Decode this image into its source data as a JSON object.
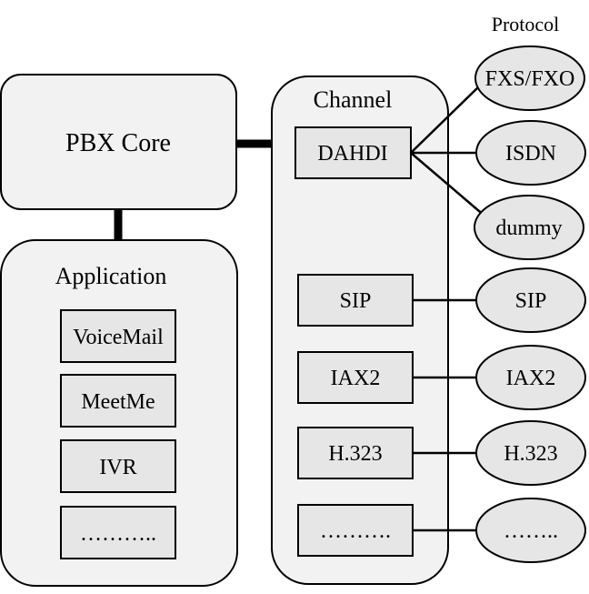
{
  "colors": {
    "background": "#ffffff",
    "stroke": "#000000",
    "box_fill": "#e6e6e6",
    "container_fill": "#f2f2f2"
  },
  "pbx_core": {
    "label": "PBX Core"
  },
  "application": {
    "title": "Application",
    "items": [
      {
        "label": "VoiceMail"
      },
      {
        "label": "MeetMe"
      },
      {
        "label": "IVR"
      },
      {
        "label": "……….."
      }
    ]
  },
  "channel": {
    "title": "Channel",
    "items": [
      {
        "label": "DAHDI"
      },
      {
        "label": "SIP"
      },
      {
        "label": "IAX2"
      },
      {
        "label": "H.323"
      },
      {
        "label": "………."
      }
    ]
  },
  "protocol": {
    "title": "Protocol",
    "items": [
      {
        "label": "FXS/FXO"
      },
      {
        "label": "ISDN"
      },
      {
        "label": "dummy"
      },
      {
        "label": "SIP"
      },
      {
        "label": "IAX2"
      },
      {
        "label": "H.323"
      },
      {
        "label": "…….."
      }
    ]
  }
}
